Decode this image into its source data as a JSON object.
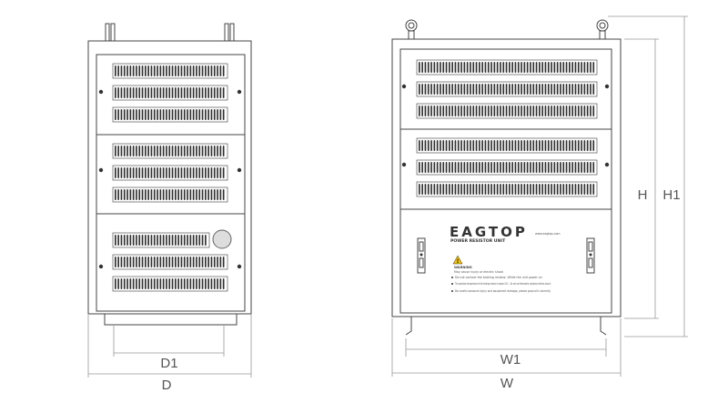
{
  "dimensions": {
    "side_depth_inner": "D1",
    "side_depth": "D",
    "front_width_inner": "W1",
    "front_width": "W",
    "front_height_body": "H",
    "front_height_total": "H1"
  },
  "label_panel": {
    "brand": "EAGTOP",
    "product": "POWER RESISTOR UNIT",
    "website": "www.eagtop.com",
    "warning_title": "WARNING",
    "warning_subtitle": "May cause injury or electric shock",
    "warning_lines": [
      "Do not contact the braking resistor. While the unit power on",
      "The operation temperature of the braking resistor is above 100 ... Do not use flammable, explosive articles around",
      "Be careful personal injury and equipment damage, please ground it correctly"
    ]
  },
  "colors": {
    "line": "#444444",
    "dim_line": "#888888",
    "slot": "#333333"
  }
}
